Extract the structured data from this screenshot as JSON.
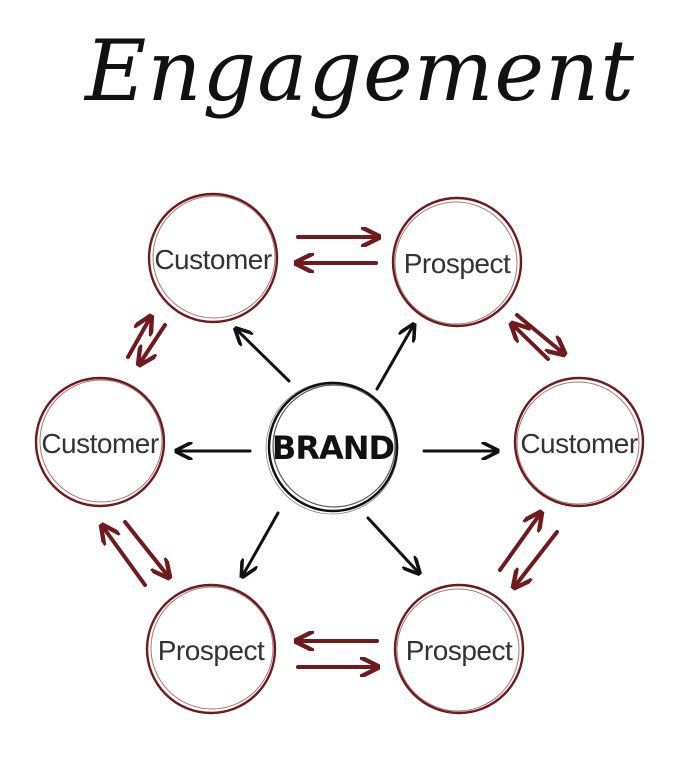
{
  "title": "Engagement",
  "center": {
    "label": "BRAND"
  },
  "nodes": [
    {
      "id": "top-left",
      "label": "Customer"
    },
    {
      "id": "top-right",
      "label": "Prospect"
    },
    {
      "id": "mid-right",
      "label": "Customer"
    },
    {
      "id": "bottom-right",
      "label": "Prospect"
    },
    {
      "id": "bottom-left",
      "label": "Prospect"
    },
    {
      "id": "mid-left",
      "label": "Customer"
    }
  ],
  "colors": {
    "node_ring": "#6e1a1f",
    "ring_arrow": "#6e1a1f",
    "brand_arrow": "#111111",
    "brand_ring": "#111111",
    "text": "#333333"
  }
}
